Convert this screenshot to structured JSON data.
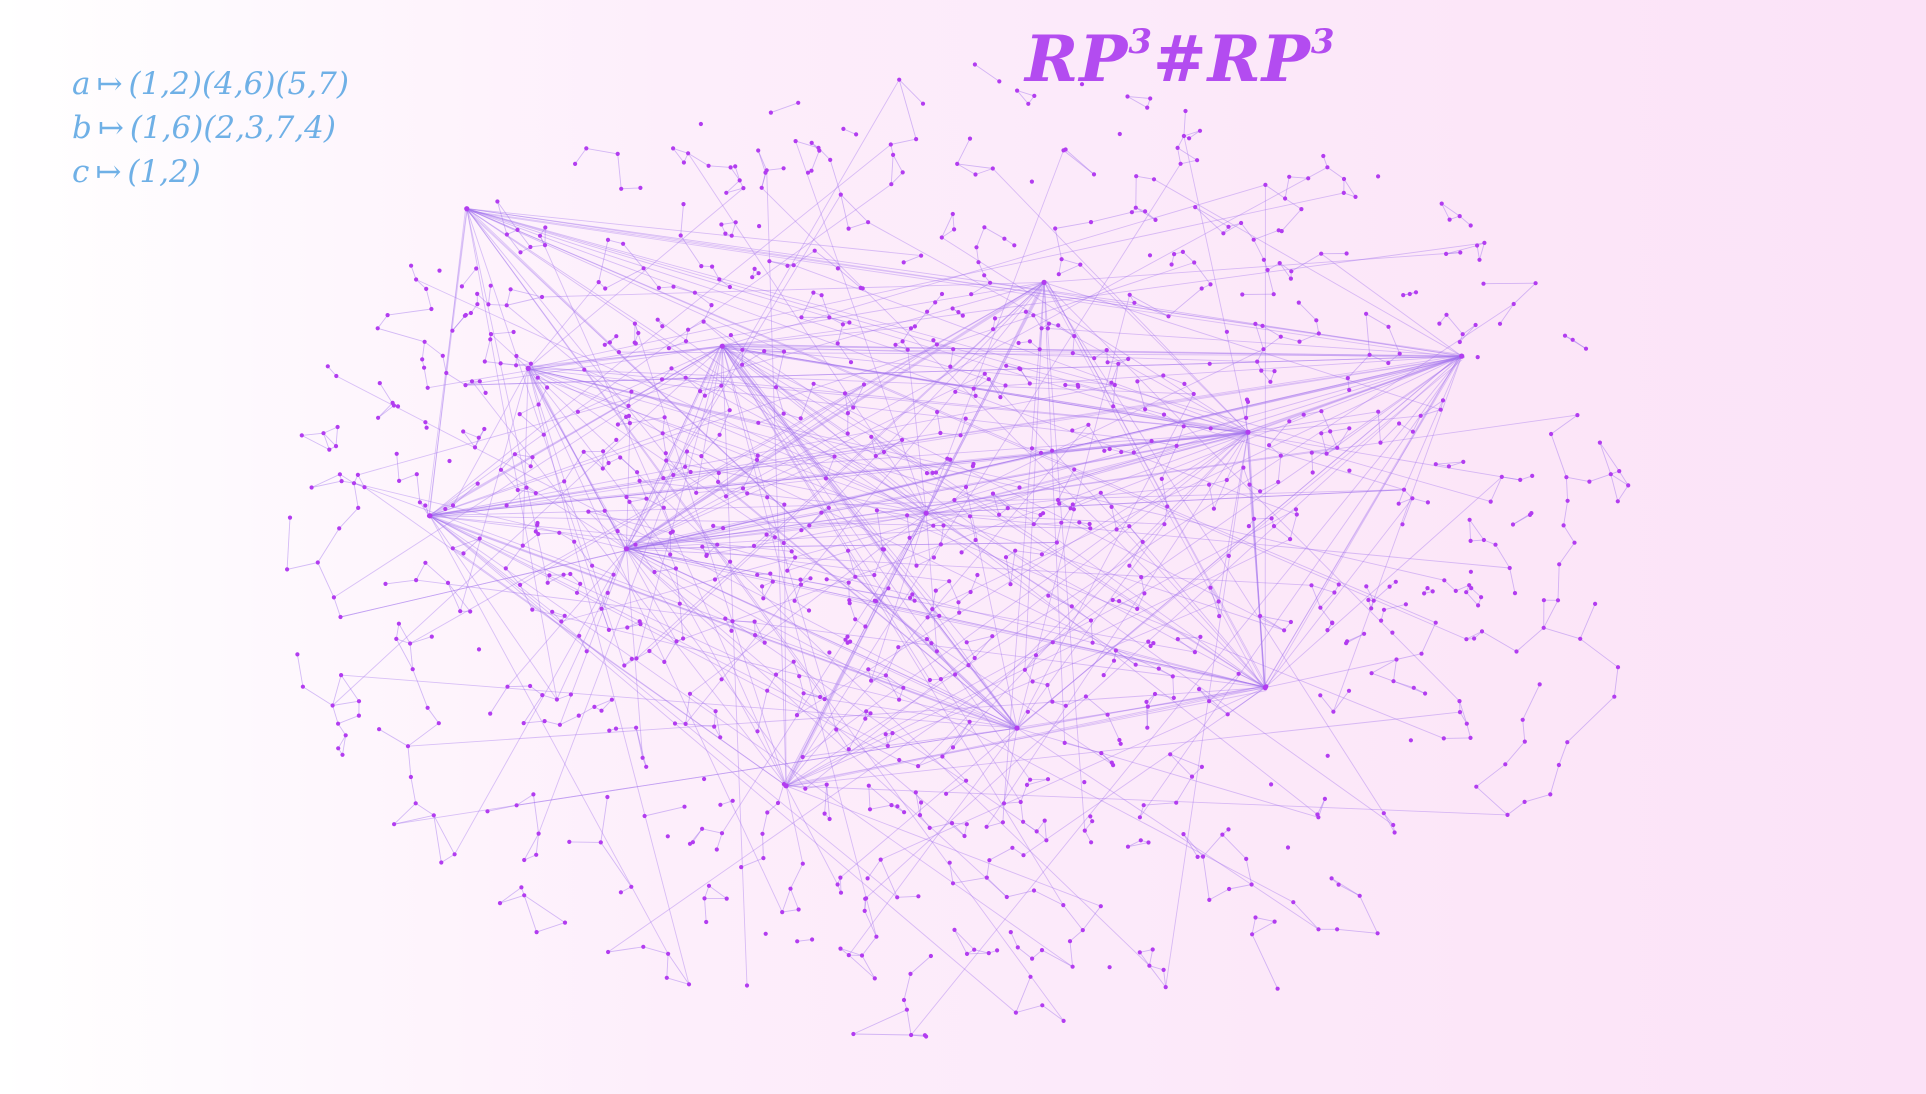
{
  "title": {
    "base1": "RP",
    "exp1": "3",
    "sep": "#",
    "base2": "RP",
    "exp2": "3"
  },
  "generators": [
    {
      "name": "a",
      "arrow": "↦",
      "perm": "(1,2)(4,6)(5,7)"
    },
    {
      "name": "b",
      "arrow": "↦",
      "perm": "(1,6)(2,3,7,4)"
    },
    {
      "name": "c",
      "arrow": "↦",
      "perm": "(1,2)"
    }
  ],
  "colors": {
    "edge": "#a070ee",
    "node": "#b23cf0",
    "title": "#b34cf0",
    "legend": "#6fb0e6"
  }
}
